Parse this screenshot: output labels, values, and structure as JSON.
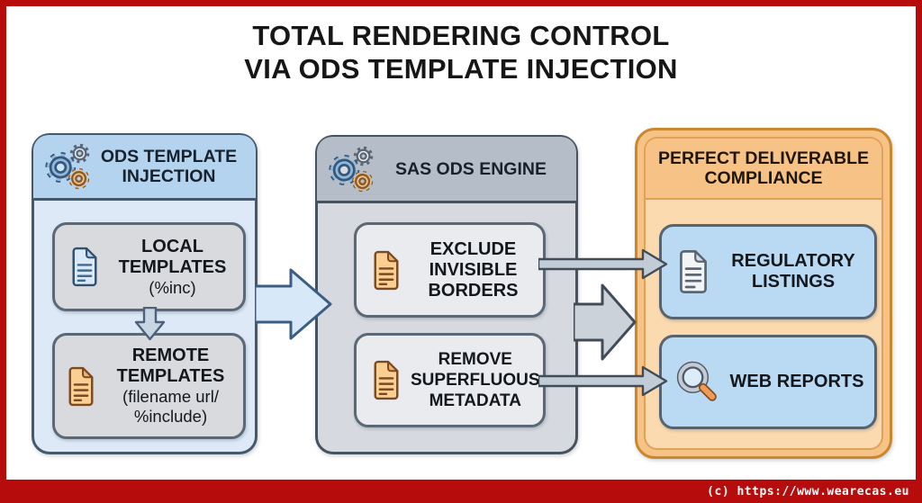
{
  "title": {
    "line1": "TOTAL RENDERING CONTROL",
    "line2": "VIA ODS TEMPLATE INJECTION"
  },
  "panels": {
    "injection": {
      "title": "ODS TEMPLATE INJECTION",
      "cards": [
        {
          "label": "LOCAL TEMPLATES",
          "detail": "(%inc)"
        },
        {
          "label": "REMOTE TEMPLATES",
          "detail": "(filename url/ %include)"
        }
      ]
    },
    "engine": {
      "title": "SAS ODS ENGINE",
      "cards": [
        {
          "label": "EXCLUDE INVISIBLE BORDERS"
        },
        {
          "label": "REMOVE SUPERFLUOUS METADATA"
        }
      ]
    },
    "compliance": {
      "title": "PERFECT DELIVERABLE COMPLIANCE",
      "cards": [
        {
          "label": "REGULATORY LISTINGS"
        },
        {
          "label": "WEB REPORTS"
        }
      ]
    }
  },
  "footer": {
    "copyright": "(c) https://www.wearecas.eu"
  },
  "icons": {
    "left_header": "gears-icon",
    "mid_header": "gears-icon",
    "local": "document-icon-blue",
    "remote": "document-icon-orange",
    "exclude": "document-icon-orange",
    "remove": "document-icon-orange",
    "regulatory": "document-icon-gray",
    "web": "magnifier-icon"
  },
  "colors": {
    "frame_red": "#b70c0c",
    "panel_blue_header": "#b4d3ef",
    "panel_blue_body": "#dde9f7",
    "panel_gray_header": "#b5bdc8",
    "panel_gray_body": "#d6d9df",
    "panel_orange_outer": "#f6c286",
    "panel_orange_body": "#fcdab0",
    "card_gray": "#d8dade",
    "card_light": "#e9ebee",
    "card_blue": "#badaf3",
    "arrow_blue": "#d7e8f9",
    "arrow_gray": "#c9cfd8",
    "outline_slate": "#46586c",
    "outline_orange": "#c9872e"
  }
}
